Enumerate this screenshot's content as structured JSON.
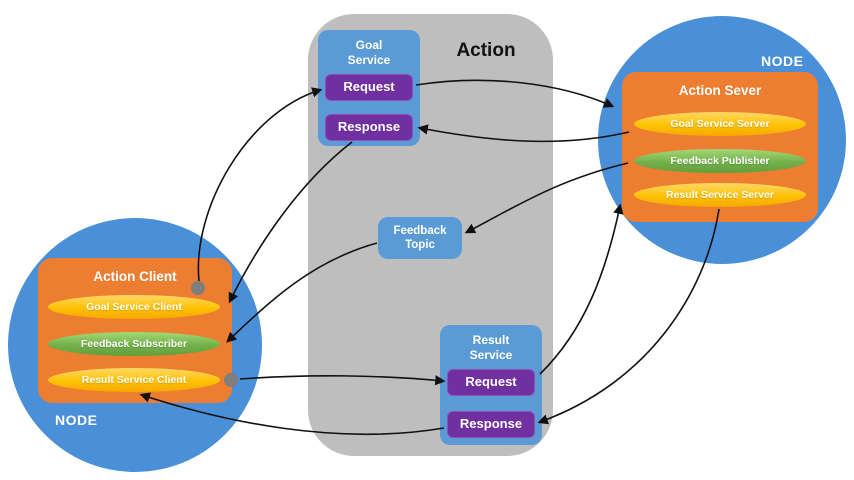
{
  "diagram": {
    "action_panel": {
      "title": "Action",
      "goal_service": {
        "label_line1": "Goal",
        "label_line2": "Service",
        "request_label": "Request",
        "response_label": "Response"
      },
      "feedback_topic": {
        "label_line1": "Feedback",
        "label_line2": "Topic"
      },
      "result_service": {
        "label_line1": "Result",
        "label_line2": "Service",
        "request_label": "Request",
        "response_label": "Response"
      }
    },
    "server_node": {
      "node_label": "NODE",
      "title": "Action Sever",
      "items": [
        {
          "label": "Goal Service Server"
        },
        {
          "label": "Feedback Publisher"
        },
        {
          "label": "Result Service Server"
        }
      ]
    },
    "client_node": {
      "node_label": "NODE",
      "title": "Action Client",
      "items": [
        {
          "label": "Goal Service Client"
        },
        {
          "label": "Feedback Subscriber"
        },
        {
          "label": "Result Service Client"
        }
      ]
    },
    "colors": {
      "node_blue": "#4a90d8",
      "service_blue": "#5b9bd5",
      "panel_gray": "#bebebe",
      "button_purple": "#7030a0",
      "box_orange": "#ed7d31",
      "pill_yellow": "#ffc000",
      "pill_green": "#70ad47",
      "arrow_black": "#111111",
      "dot_gray": "#7f7f7f"
    }
  }
}
